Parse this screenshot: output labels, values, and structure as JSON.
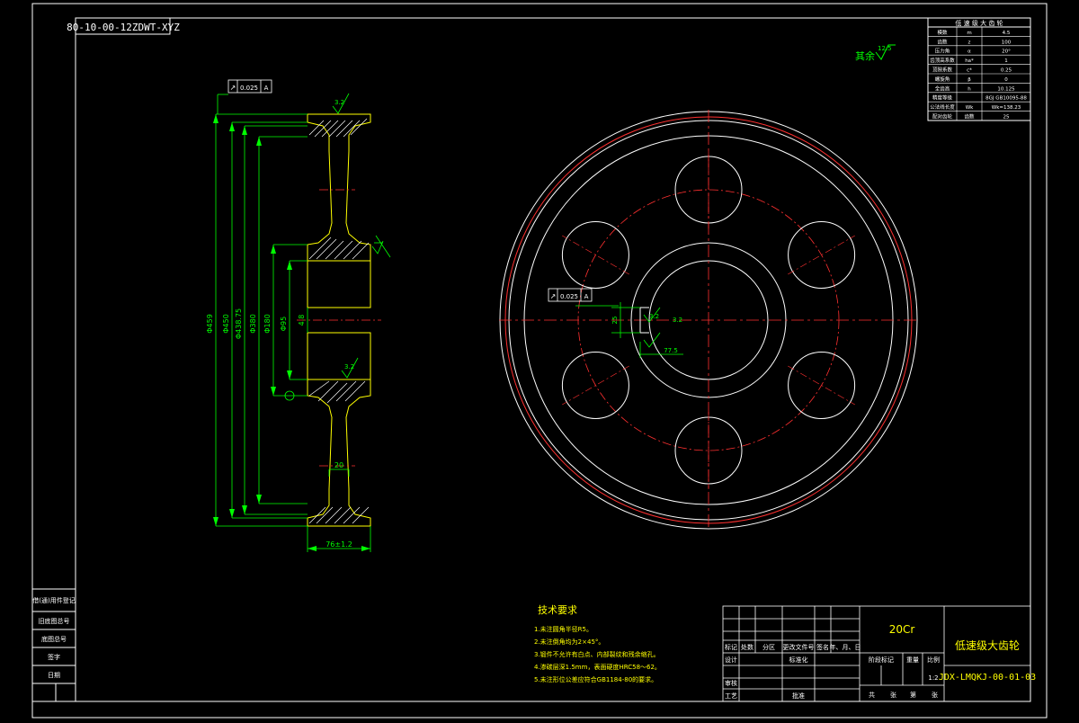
{
  "drawing": {
    "code_box_text": "80-10-00-12ZDWT-XYZ",
    "surface_note": "其余",
    "surface_note_value": "12.5",
    "tech_req_title": "技术要求",
    "tech_req_items": [
      "1.未注圆角半径R5。",
      "2.未注倒角均为2×45°。",
      "3.锻件不允许有白点、内部裂纹和残余缩孔。",
      "4.渗碳层深1.5mm，表面硬度HRC58～62。",
      "5.未注形位公差应符合GB1184-80的要求。"
    ],
    "material": "20Cr",
    "part_name": "低速级大齿轮",
    "drawing_number": "JDX-LMQKJ-00-01-03",
    "scale": "1:2",
    "title_block": {
      "row_labels": [
        "标记",
        "处数",
        "分区",
        "更改文件号",
        "签名",
        "年、月、日"
      ],
      "design_label": "设计",
      "standardize_label": "标准化",
      "review_label": "审核",
      "process_label": "工艺",
      "approve_label": "批准",
      "stage_mark_label": "阶段标记",
      "weight_label": "重量",
      "scale_label": "比例",
      "sheet_labels": [
        "共",
        "张",
        "第",
        "张"
      ]
    },
    "gear_params_title": "低 速 级 大 齿 轮",
    "gear_params": [
      [
        "模数",
        "m",
        "4.5"
      ],
      [
        "齿数",
        "z",
        "100"
      ],
      [
        "压力角",
        "α",
        "20°"
      ],
      [
        "齿顶高系数",
        "ha*",
        "1"
      ],
      [
        "顶隙系数",
        "c*",
        "0.25"
      ],
      [
        "螺旋角",
        "β",
        "0"
      ],
      [
        "全齿高",
        "h",
        "10.125"
      ],
      [
        "精度等级",
        "",
        "8GJ GB10095-88"
      ],
      [
        "公法线长度",
        "Wk",
        "Wk=138.23"
      ],
      [
        "配对齿轮",
        "齿数",
        "25"
      ]
    ],
    "side_stamp_labels": [
      "借(通)用件登记",
      "旧底图总号",
      "底图总号",
      "签字",
      "日期"
    ],
    "dimension_labels": {
      "d_outer": "Φ459",
      "d_pitch": "Φ450",
      "d_root": "Φ438.75",
      "d_rim": "Φ380",
      "d_hub": "Φ180",
      "d_bore": "Φ95",
      "width": "76±1.2",
      "web": "20",
      "keyway": "4.8",
      "runout_1": "0.025",
      "runout_2": "0.025",
      "datum": "A",
      "rough_1": "3.2",
      "rough_2": "3.2",
      "rough_3": "3.2",
      "rough_4": "3.2",
      "keyway_depth": "77.5",
      "keyway_width": "25"
    }
  }
}
